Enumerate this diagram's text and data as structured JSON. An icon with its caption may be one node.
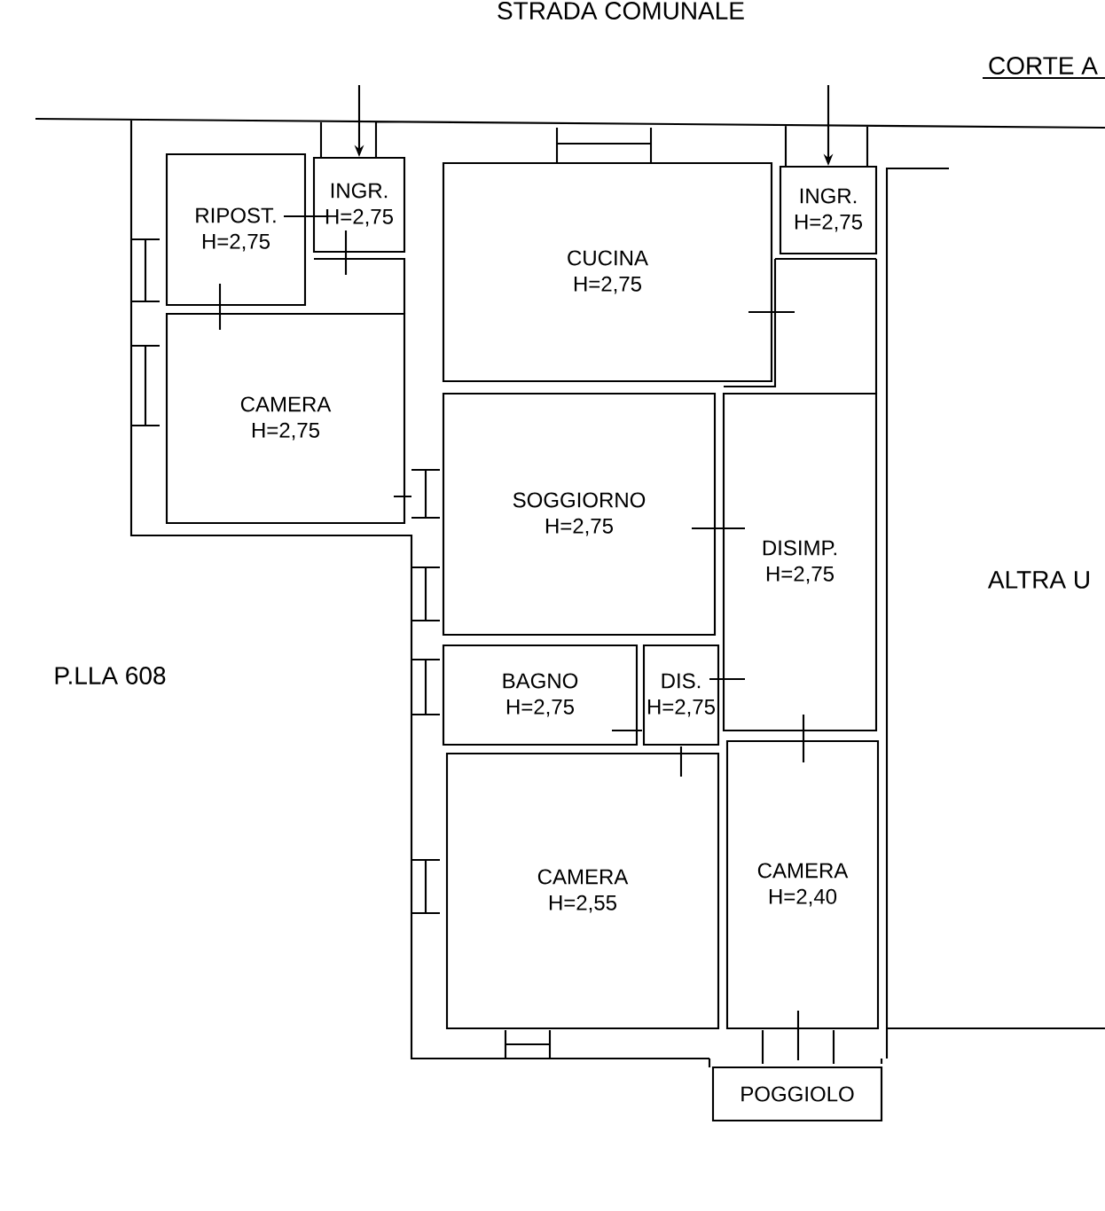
{
  "diagram": {
    "nodes": [
      {
        "text": [
          "RIPOST.",
          "H=2,75"
        ]
      },
      {
        "text": [
          "INGR.",
          "H=2,75"
        ]
      },
      {
        "text": [
          "CUCINA",
          "H=2,75"
        ]
      },
      {
        "text": [
          "INGR.",
          "H=2,75"
        ]
      },
      {
        "text": [
          "CAMERA",
          "H=2,75"
        ]
      },
      {
        "text": [
          "SOGGIORNO",
          "H=2,75"
        ]
      },
      {
        "text": [
          "DISIMP.",
          "H=2,75"
        ]
      },
      {
        "text": [
          "BAGNO",
          "H=2,75"
        ]
      },
      {
        "text": [
          "DIS.",
          "H=2,75"
        ]
      },
      {
        "text": [
          "CAMERA",
          "H=2,55"
        ]
      },
      {
        "text": [
          "CAMERA",
          "H=2,40"
        ]
      },
      {
        "text": [
          "POGGIOLO"
        ]
      }
    ],
    "edges": [
      {
        "from": null,
        "to": 1,
        "arrow": "to"
      },
      {
        "from": null,
        "to": 3,
        "arrow": "to"
      }
    ],
    "labels": [
      "STRADA COMUNALE",
      "CORTE A",
      "ALTRA U",
      "P.LLA 608"
    ]
  }
}
